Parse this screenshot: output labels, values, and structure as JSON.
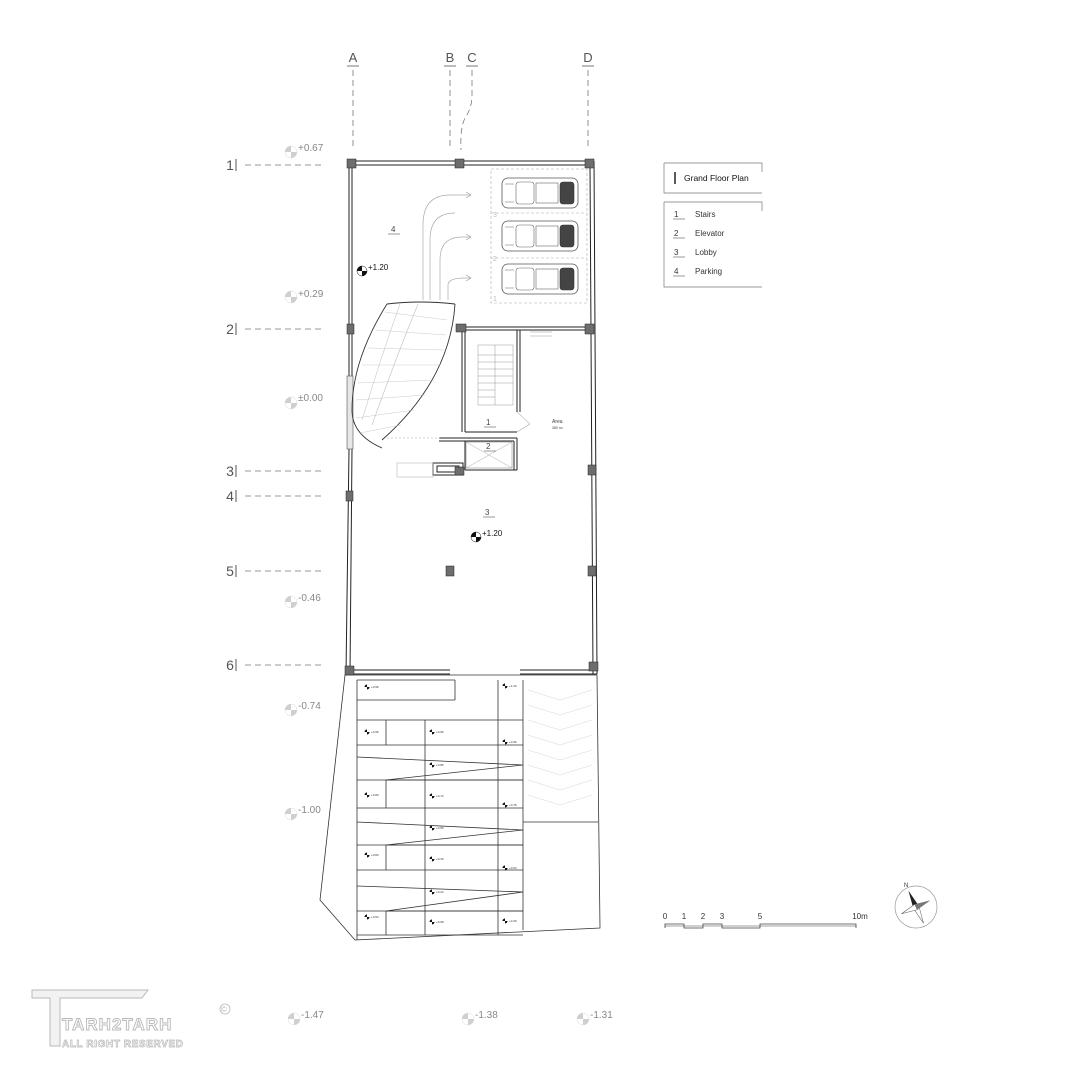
{
  "grid": {
    "columns": [
      "A",
      "B",
      "C",
      "D"
    ],
    "rows": [
      "1",
      "2",
      "3",
      "4",
      "5",
      "6"
    ]
  },
  "levels": {
    "site": [
      "+0.67",
      "+0.29",
      "±0.00",
      "-0.46",
      "-0.74",
      "-1.00",
      "-1.47",
      "-1.38",
      "-1.31"
    ],
    "floor_parking": "+1.20",
    "floor_lobby": "+1.20"
  },
  "rooms": {
    "stairs_num": "1",
    "elevator_num": "2",
    "lobby_num": "3",
    "parking_num": "4",
    "area_label": "Area",
    "area_value": "380 m²",
    "space_numbers": [
      "3",
      "2",
      "1"
    ]
  },
  "steps": {
    "left": [
      "+0.96",
      "+0.96",
      "+0.80",
      "+0.80",
      "+0.64",
      "+0.48"
    ],
    "middle": [
      "+0.96",
      "+0.86",
      "+0.72",
      "+0.56",
      "+0.40",
      "+0.24",
      "+0.08"
    ],
    "right": [
      "+1.20",
      "+0.96",
      "+0.78",
      "+0.54",
      "+0.30",
      "+0.06"
    ]
  },
  "legend": {
    "title": "Grand Floor Plan",
    "items": [
      {
        "num": "1",
        "label": "Stairs"
      },
      {
        "num": "2",
        "label": "Elevator"
      },
      {
        "num": "3",
        "label": "Lobby"
      },
      {
        "num": "4",
        "label": "Parking"
      }
    ]
  },
  "scale": {
    "ticks": [
      "0",
      "1",
      "2",
      "3",
      "5",
      "10m"
    ]
  },
  "compass": {
    "label": "N",
    "icon": "north-arrow-icon"
  },
  "watermark": {
    "brand": "TARH2TARH",
    "line2": "ALL RIGHT RESERVED",
    "mark": "©"
  }
}
